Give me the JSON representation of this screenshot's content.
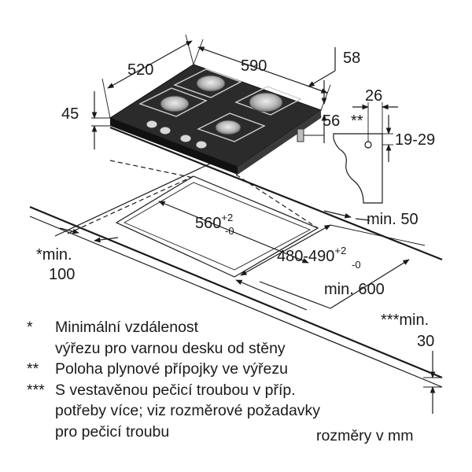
{
  "hob": {
    "width": "520",
    "depth": "590",
    "height": "45",
    "top_offset": "58",
    "gas_offset": "56"
  },
  "connection": {
    "width": "26",
    "mark": "**",
    "range": "19-29"
  },
  "cutout": {
    "width_base": "560",
    "width_tol_plus": "+2",
    "width_tol_minus": "-0",
    "depth_base": "480-490",
    "depth_tol_plus": "+2",
    "depth_tol_minus": "-0"
  },
  "clearances": {
    "back": "min. 50",
    "wall_line1": "*min.",
    "wall_line2": "100",
    "front": "min. 600",
    "below_line1": "***min.",
    "below_line2": "30"
  },
  "notes": [
    {
      "marker": "*",
      "lines": [
        "Minimální vzdálenost",
        "výřezu pro varnou desku od stěny"
      ]
    },
    {
      "marker": "**",
      "lines": [
        "Poloha plynové přípojky ve výřezu"
      ]
    },
    {
      "marker": "***",
      "lines": [
        "S vestavěnou pečicí troubou v příp.",
        "potřeby více; viz rozměrové požadavky",
        "pro pečicí troubu"
      ]
    }
  ],
  "units": "rozměry v mm",
  "icons": {
    "burner": "gas-burner-icon",
    "knob": "control-knob-icon",
    "pipe": "gas-pipe-icon"
  },
  "colors": {
    "ink": "#1a1a1a",
    "hob_glass": "#2b2b2b",
    "burner_metal": "#b9b9b9",
    "background": "#ffffff"
  }
}
